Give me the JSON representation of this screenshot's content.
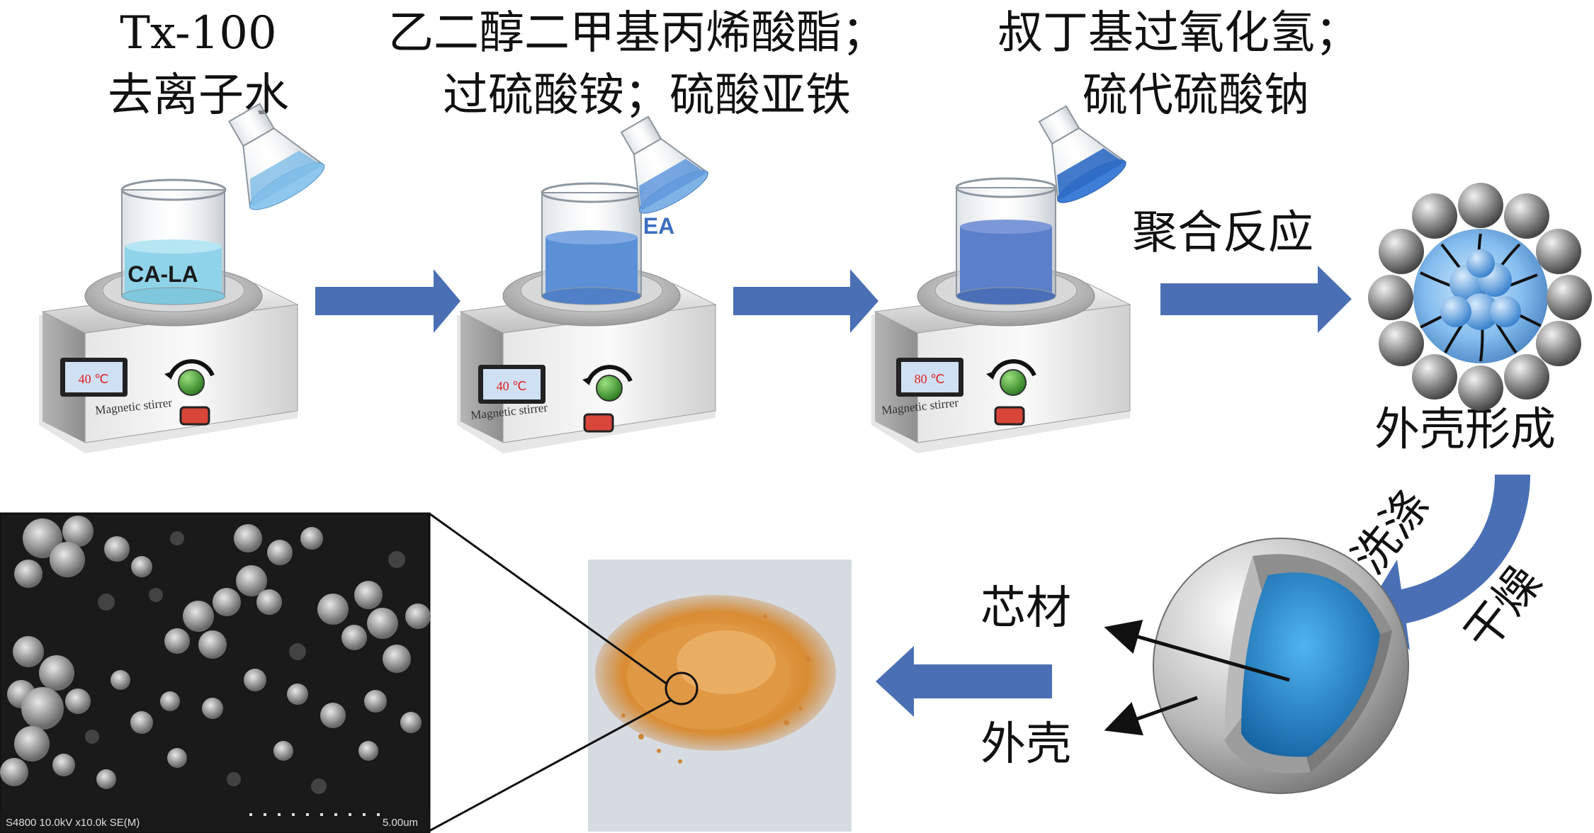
{
  "step1": {
    "line1": "Tx-100",
    "line2": "去离子水",
    "beaker_label": "CA-LA",
    "temperature": "40 ℃",
    "stirrer_label": "Magnetic stirrer"
  },
  "step2": {
    "line1": "乙二醇二甲基丙烯酸酯；",
    "line2": "过硫酸铵；硫酸亚铁",
    "flask_label": "EA",
    "temperature": "40 ℃",
    "stirrer_label": "Magnetic stirrer"
  },
  "step3": {
    "line1": "叔丁基过氧化氢；",
    "line2": "硫代硫酸钠",
    "temperature": "80 ℃",
    "stirrer_label": "Magnetic stirrer"
  },
  "polymerization_label": "聚合反应",
  "shell_formation_label": "外壳形成",
  "washing_label": "洗涤",
  "drying_label": "干燥",
  "core_label": "芯材",
  "shell_label": "外壳",
  "sem": {
    "caption": "S4800 10.0kV x10.0k SE(M)",
    "scale": "5.00um"
  },
  "colors": {
    "arrow": "#4a6fb5",
    "liquid1": "#8fd3e8",
    "liquid2": "#5b8fd6",
    "core": "#2f8fd8"
  }
}
